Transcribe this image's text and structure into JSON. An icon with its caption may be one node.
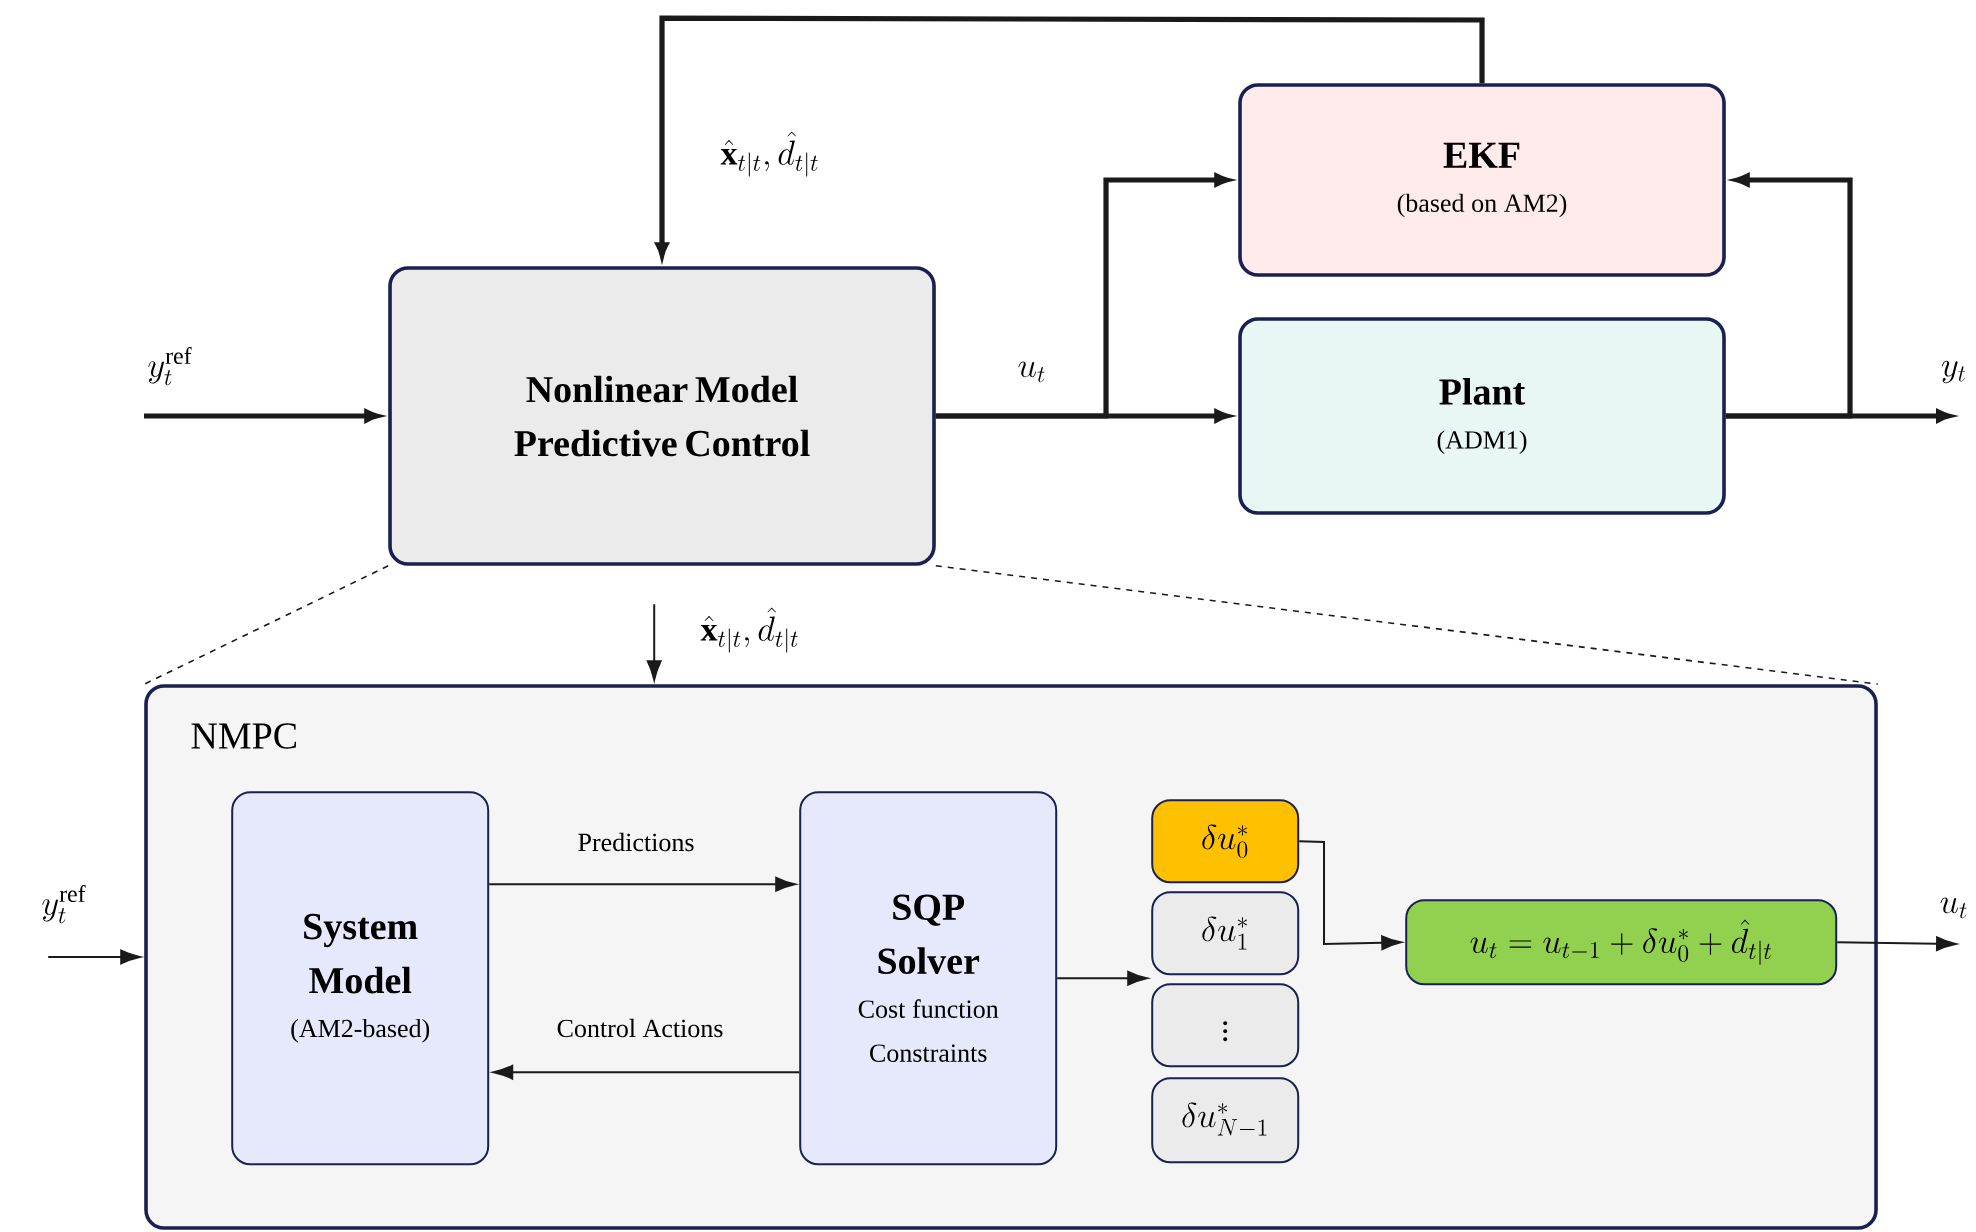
{
  "diagram": {
    "nodes": [
      {
        "text": [
          "Nonlinear Model Predictive Control"
        ]
      },
      {
        "text": [
          "EKF",
          "(based on AM2)"
        ]
      },
      {
        "text": [
          "Plant",
          "(ADM1)"
        ]
      },
      {
        "text": [
          "NMPC"
        ]
      },
      {
        "text": [
          "System Model",
          "(AM2-based)"
        ],
        "in": 3
      },
      {
        "text": [
          "SQP Solver",
          "Cost function",
          "Constraints"
        ],
        "in": 3
      },
      {
        "text": [
          "\\delta u_0^*"
        ],
        "in": 3
      },
      {
        "text": [
          "\\delta u_1^*"
        ],
        "in": 3
      },
      {
        "text": [
          "\\vdots"
        ],
        "in": 3
      },
      {
        "text": [
          "\\delta u_{N-1}^*"
        ],
        "in": 3
      },
      {
        "text": [
          "u_t = u_{t-1} + \\delta u_0^* + \\hat{d}_{t|t}"
        ],
        "in": 3
      }
    ],
    "edges": [
      {
        "from": null,
        "to": 0,
        "arrow": "to",
        "label": "y_t^{\\mathrm{ref}}",
        "style": "thick"
      },
      {
        "from": 0,
        "to": 2,
        "arrow": "to",
        "label": "u_t",
        "style": "thick"
      },
      {
        "from": 0,
        "to": 1,
        "arrow": "to",
        "style": "thick"
      },
      {
        "from": 2,
        "to": 1,
        "arrow": "to",
        "style": "thick"
      },
      {
        "from": 2,
        "to": null,
        "arrow": "to",
        "label": "y_t",
        "style": "thick"
      },
      {
        "from": 1,
        "to": 0,
        "arrow": "to",
        "label": "\\hat{\\mathbf{x}}_{t|t}, \\hat{d}_{t|t}",
        "style": "thick"
      },
      {
        "from": null,
        "to": 3,
        "arrow": "to",
        "label": "\\hat{\\mathbf{x}}_{t|t}, \\hat{d}_{t|t}"
      },
      {
        "from": null,
        "to": 3,
        "arrow": "to",
        "label": "y_t^{\\mathrm{ref}}"
      },
      {
        "from": 4,
        "to": 5,
        "arrow": "to",
        "label": "Predictions"
      },
      {
        "from": 5,
        "to": 4,
        "arrow": "to",
        "label": "Control Actions"
      },
      {
        "from": 5,
        "to": 7,
        "arrow": "to"
      },
      {
        "from": 6,
        "to": 10,
        "arrow": "to"
      },
      {
        "from": 10,
        "to": null,
        "arrow": "to",
        "label": "u_t"
      },
      {
        "from": 0,
        "to": 3,
        "arrow": "none",
        "style": "dashed"
      },
      {
        "from": 0,
        "to": 3,
        "arrow": "none",
        "style": "dashed"
      }
    ]
  }
}
